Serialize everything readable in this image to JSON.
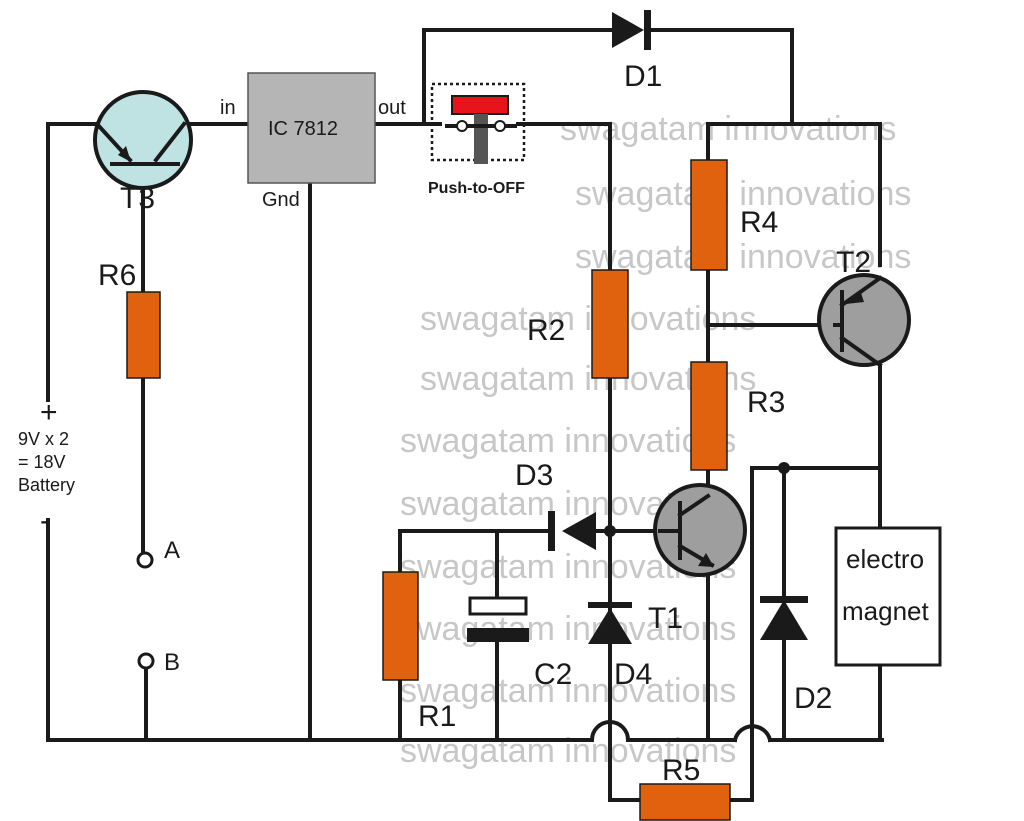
{
  "labels": {
    "t1": "T1",
    "t2": "T2",
    "t3": "T3",
    "r1": "R1",
    "r2": "R2",
    "r3": "R3",
    "r4": "R4",
    "r5": "R5",
    "r6": "R6",
    "c2": "C2",
    "d1": "D1",
    "d2": "D2",
    "d3": "D3",
    "d4": "D4",
    "ic": "IC 7812",
    "ic_in": "in",
    "ic_out": "out",
    "ic_gnd": "Gnd",
    "switch": "Push-to-OFF",
    "plus": "+",
    "minus": "-",
    "battery_line1": "9V x 2",
    "battery_line2": "= 18V",
    "battery_line3": "Battery",
    "node_a": "A",
    "node_b": "B",
    "magnet_line1": "electro",
    "magnet_line2": "magnet"
  },
  "watermark": "swagatam innovations",
  "colors": {
    "resistor": "#e0620f",
    "transistor": "#9e9e9e",
    "transistor_t3": "#bfe3e3",
    "ic_body": "#b5b5b5",
    "switch_button": "#e8141c",
    "wire": "#1a1a1a",
    "watermark": "#9a9a9a"
  }
}
